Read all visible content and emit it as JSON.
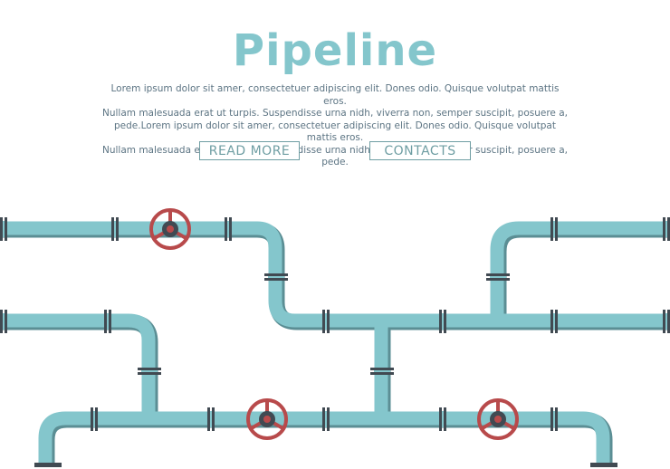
{
  "header": {
    "title": "Pipeline",
    "body_lines": [
      "Lorem ipsum dolor sit amer, consectetuer adipiscing elit. Dones odio. Quisque volutpat mattis eros.",
      "Nullam malesuada erat ut turpis. Suspendisse urna nidh, viverra non, semper suscipit, posuere a,",
      "pede.Lorem ipsum dolor sit amer, consectetuer adipiscing elit. Dones odio. Quisque volutpat mattis eros.",
      "Nullam malesuada erat ut turpis. Suspendisse urna nidh, viverra non, semper suscipit, posuere a, pede."
    ]
  },
  "buttons": {
    "read_more": "READ MORE",
    "contacts": "CONTACTS"
  },
  "colors": {
    "title": "#84c6cc",
    "text": "#5c7483",
    "pipe": "#84c6cc",
    "pipe_shadow": "#5b8e94",
    "flange": "#414a52",
    "valve": "#b84a4b",
    "button_border": "#6f9ea3"
  },
  "icons": {
    "valve": "valve-wheel-icon",
    "flange": "pipe-flange-icon"
  }
}
